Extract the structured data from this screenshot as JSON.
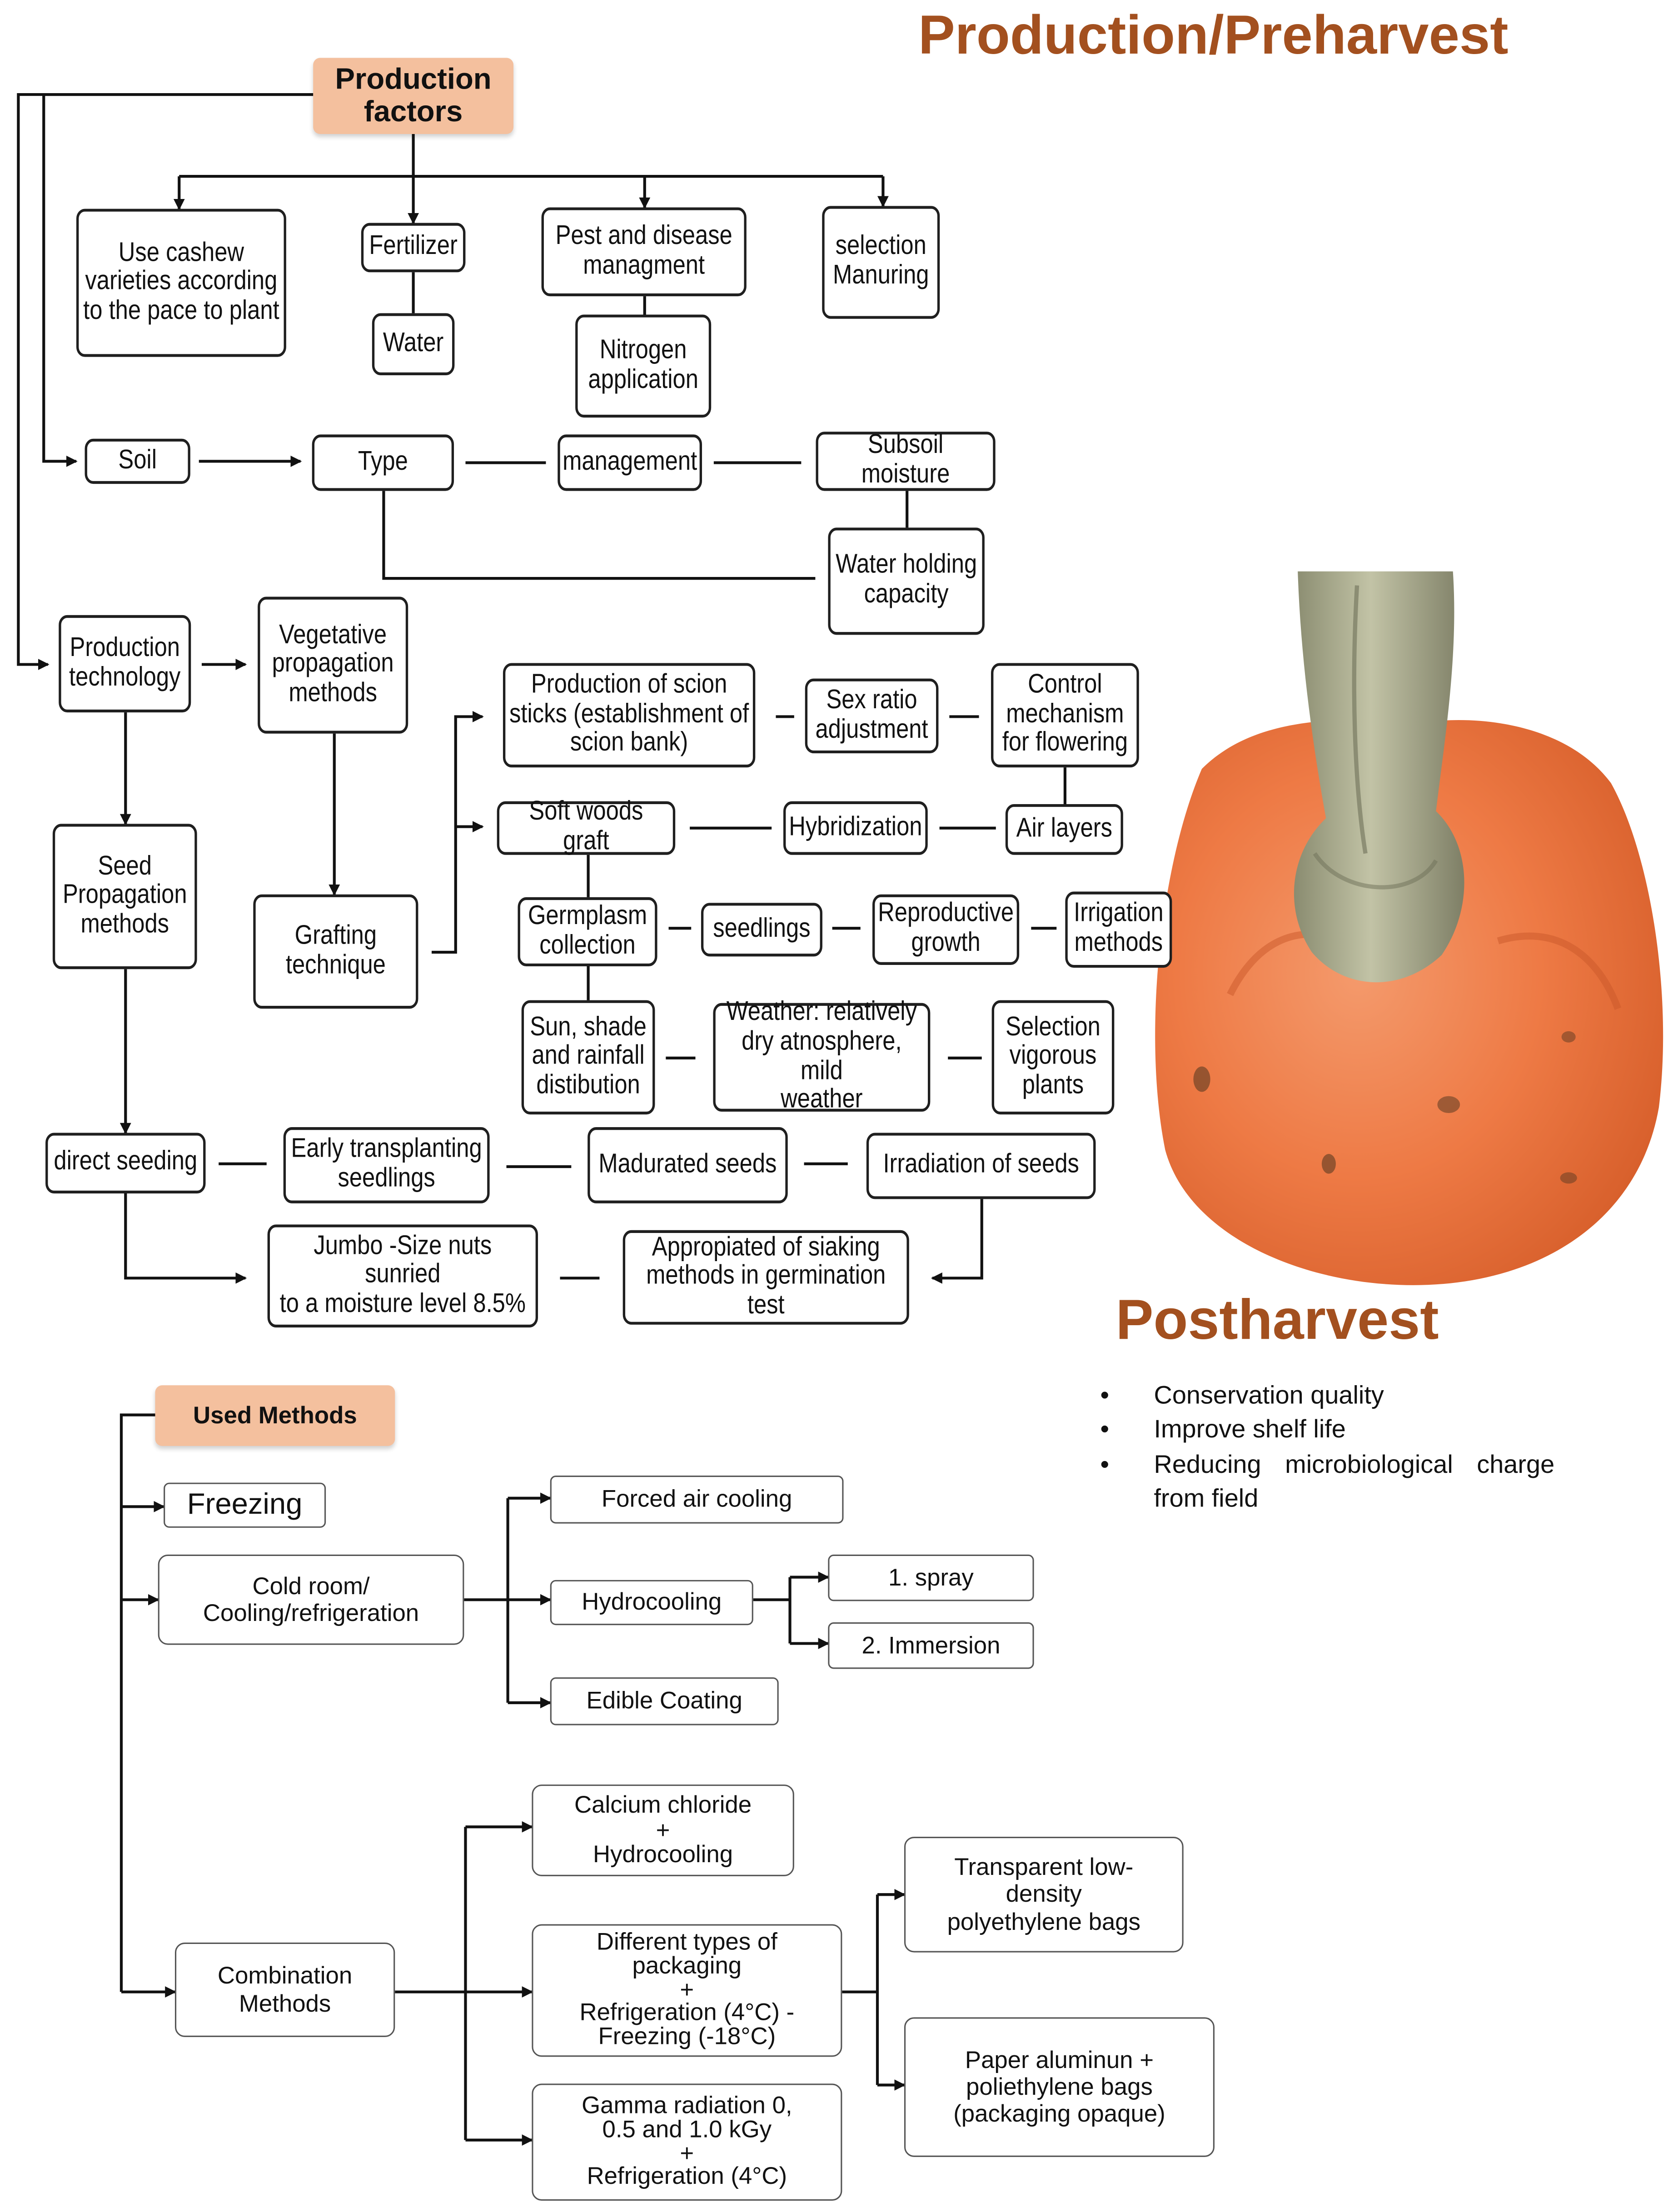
{
  "titles": {
    "preharvest": "Production/Preharvest",
    "postharvest": "Postharvest"
  },
  "postharvest_goals": [
    "Conservation quality",
    "Improve shelf life",
    "Reducing microbiological charge from field"
  ],
  "preharvest": {
    "production_factors": "Production\nfactors",
    "cashew_varieties": "Use cashew\nvarieties  according\nto the pace to plant",
    "fertilizer": "Fertilizer",
    "water": "Water",
    "pest_disease": "Pest and disease\nmanagment",
    "nitrogen": "Nitrogen\napplication",
    "selection_manuring": "selection\nManuring",
    "soil": "Soil",
    "type": "Type",
    "management": "management",
    "subsoil_moisture": "Subsoil moisture",
    "water_holding": "Water holding\ncapacity",
    "production_technology": "Production\ntechnology",
    "vegetative_propagation": "Vegetative\npropagation\nmethods",
    "scion_sticks": "Production of scion\nsticks (establishment of\nscion bank)",
    "sex_ratio": "Sex ratio\nadjustment",
    "control_flowering": "Control\nmechanism\nfor flowering",
    "soft_woods_graft": "Soft woods graft",
    "hybridization": "Hybridization",
    "air_layers": "Air layers",
    "seed_propagation": "Seed\nPropagation\nmethods",
    "grafting_technique": "Grafting\ntechnique",
    "germplasm": "Germplasm\ncollection",
    "seedlings": "seedlings",
    "reproductive_growth": "Reproductive\ngrowth",
    "irrigation_methods": "Irrigation\nmethods",
    "sun_shade": "Sun, shade\nand rainfall\ndistibution",
    "weather": "Weather: relatively\ndry atnosphere, mild\nweather",
    "selection_vigorous": "Selection\nvigorous\nplants",
    "direct_seeding": "direct seeding",
    "early_transplanting": "Early transplanting\nseedlings",
    "madurated_seeds": "Madurated seeds",
    "irradiation_seeds": "Irradiation of seeds",
    "jumbo_nuts": "Jumbo -Size nuts sunried\nto a moisture level 8.5%",
    "siaking_methods": "Appropiated of siaking\nmethods in germination test"
  },
  "postharvest_methods": {
    "used_methods": "Used Methods",
    "freezing": "Freezing",
    "cold_room": "Cold room/\nCooling/refrigeration",
    "forced_air": "Forced air cooling",
    "hydrocooling": "Hydrocooling",
    "spray": "1. spray",
    "immersion": "2. Immersion",
    "edible_coating": "Edible Coating",
    "combination": "Combination\nMethods",
    "calcium_chloride": "Calcium chloride\n+\nHydrocooling",
    "packaging_types": "Different types of\npackaging\n+\nRefrigeration (4°C) -\nFreezing (-18°C)",
    "gamma_radiation": "Gamma radiation 0,\n0.5 and 1.0 kGy\n+\nRefrigeration (4°C)",
    "transparent_bags": "Transparent low-\ndensity\npolyethylene bags",
    "paper_aluminum": "Paper aluminun +\npoliethylene bags\n(packaging opaque)"
  },
  "colors": {
    "title": "#a3501f",
    "highlight": "#f4c09e",
    "line": "#111111"
  },
  "photo": {
    "subject": "cashew-apple-photo"
  }
}
